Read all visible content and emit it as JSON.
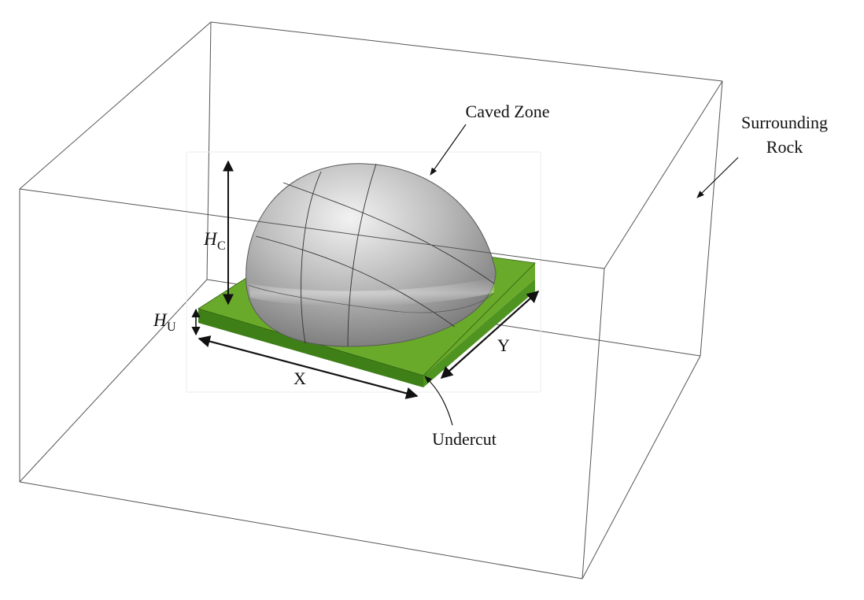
{
  "labels": {
    "caved_zone": "Caved Zone",
    "surrounding_rock_line1": "Surrounding",
    "surrounding_rock_line2": "Rock",
    "undercut": "Undercut",
    "dim_x": "X",
    "dim_y": "Y",
    "h_c_symbol": "H",
    "h_c_subscript": "C",
    "h_u_symbol": "H",
    "h_u_subscript": "U"
  },
  "colors": {
    "box_outline": "#444444",
    "undercut_top": "#6aaa2a",
    "undercut_side": "#3f7f18",
    "dome_light": "#e6e6e6",
    "dome_dark": "#7d7d7d",
    "arrow": "#111111"
  }
}
